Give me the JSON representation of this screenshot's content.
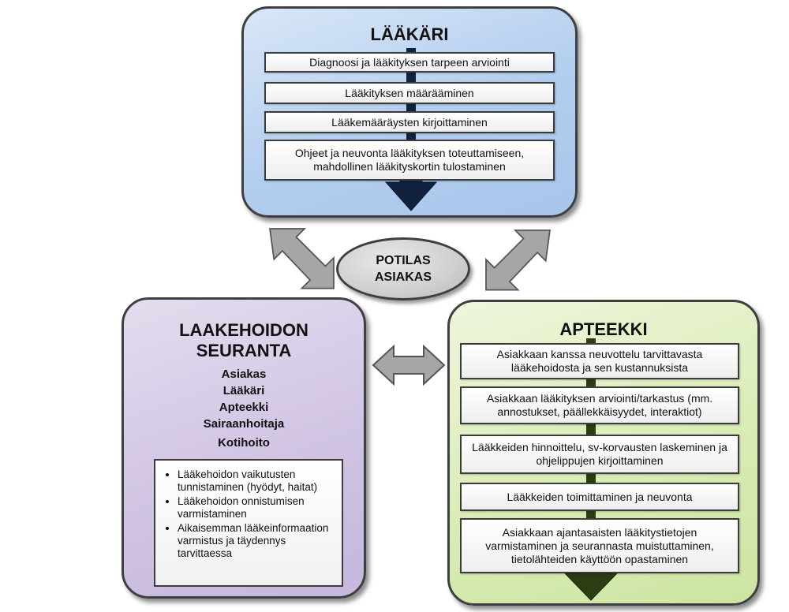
{
  "doctor": {
    "title": "LÄÄKÄRI",
    "steps": [
      "Diagnoosi ja lääkityksen tarpeen arviointi",
      "Lääkityksen määrääminen",
      "Lääkemääräysten kirjoittaminen",
      "Ohjeet ja neuvonta lääkityksen toteuttamiseen, mahdollinen lääkityskortin tulostaminen"
    ]
  },
  "patient": {
    "line1": "POTILAS",
    "line2": "ASIAKAS"
  },
  "monitoring": {
    "title_line1": "LAAKEHOIDON",
    "title_line2": "SEURANTA",
    "roles": [
      "Asiakas",
      "Lääkäri",
      "Apteekki",
      "Sairaanhoitaja",
      "Kotihoito"
    ],
    "items": [
      "Lääkehoidon vaikutusten tunnistaminen (hyödyt, haitat)",
      "Lääkehoidon onnistumisen varmistaminen",
      "Aikaisemman lääkeinformaation varmistus ja täydennys tarvittaessa"
    ]
  },
  "pharmacy": {
    "title": "APTEEKKI",
    "steps": [
      "Asiakkaan kanssa neuvottelu tarvittavasta lääkehoidosta ja sen kustannuksista",
      "Asiakkaan lääkityksen arviointi/tarkastus (mm. annostukset, päällekkäisyydet, interaktiot)",
      "Lääkkeiden hinnoittelu, sv-korvausten laskeminen ja ohjelippujen kirjoittaminen",
      "Lääkkeiden toimittaminen ja neuvonta",
      "Asiakkaan ajantasaisten lääkitystietojen varmistaminen ja seurannasta muistuttaminen, tietolähteiden käyttöön opastaminen"
    ]
  },
  "colors": {
    "doctor_bg": "#b2cdee",
    "monitoring_bg": "#cfc2e3",
    "pharmacy_bg": "#d8ebb3",
    "patient_bg": "#cfcfcf",
    "arrow_gray": "#a6a6a6",
    "doctor_arrow": "#10223d",
    "pharmacy_arrow": "#2c3d14"
  },
  "icons": {
    "doctor_flow": "down-arrow-icon",
    "pharmacy_flow": "down-arrow-icon",
    "connectors": "double-arrow-icon"
  }
}
